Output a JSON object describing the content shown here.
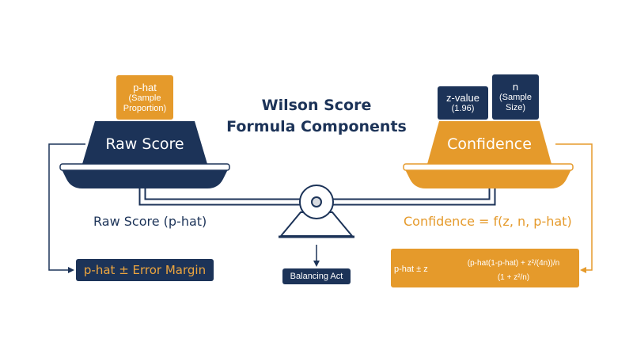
{
  "title": {
    "line1": "Wilson Score",
    "line2": "Formula Components"
  },
  "left": {
    "weight": {
      "main": "p-hat",
      "sub1": "(Sample",
      "sub2": "Proportion)"
    },
    "pan_label": "Raw Score",
    "caption": "Raw Score (p-hat)",
    "result": "p-hat ± Error Margin"
  },
  "right": {
    "weight_z": {
      "main": "z-value",
      "sub": "(1.96)"
    },
    "weight_n": {
      "main": "n",
      "sub1": "(Sample",
      "sub2": "Size)"
    },
    "pan_label": "Confidence",
    "caption": "Confidence = f(z, n, p-hat)",
    "formula": {
      "prefix": "p-hat ± z",
      "numerator": "(p-hat(1-p-hat) + z²/(4n))/n",
      "denominator": "(1 + z²/n)"
    }
  },
  "pivot_label": "Balancing Act",
  "colors": {
    "navy": "#1c3358",
    "orange": "#e59a2b",
    "light_orange": "#eda53e",
    "gray": "#d8dbe0"
  }
}
